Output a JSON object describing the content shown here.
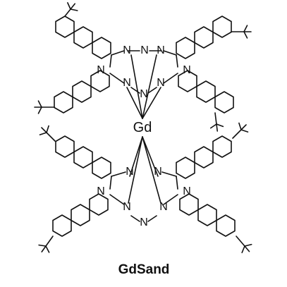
{
  "figure": {
    "metal_label": "Gd",
    "nitrogen_label": "N",
    "compound_name": "GdSand"
  }
}
